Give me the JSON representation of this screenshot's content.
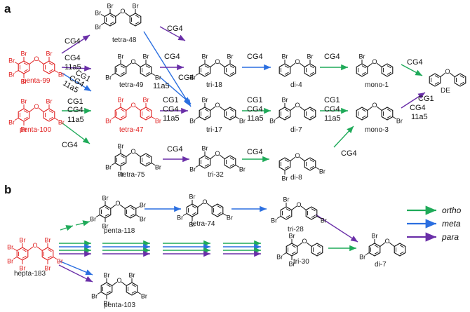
{
  "panels": {
    "a": "a",
    "b": "b"
  },
  "colors": {
    "ortho": "#1faa59",
    "meta": "#2b6fe0",
    "para": "#6a2fa8",
    "parent": "#e02020",
    "product": "#111111"
  },
  "legend": {
    "ortho": "ortho",
    "meta": "meta",
    "para": "para"
  },
  "atoms": {
    "br": "Br",
    "o": "O"
  },
  "compounds": {
    "penta99": "penta-99",
    "penta100": "penta-100",
    "tetra48": "tetra-48",
    "tetra49": "tetra-49",
    "tetra47": "tetra-47",
    "tetra75": "tetra-75",
    "tri18": "tri-18",
    "tri17": "tri-17",
    "tri32": "tri-32",
    "di4": "di-4",
    "di7": "di-7",
    "di8": "di-8",
    "mono1": "mono-1",
    "mono3": "mono-3",
    "de": "DE",
    "hepta183": "hepta-183",
    "penta118": "penta-118",
    "tetra74": "tetra-74",
    "tri28": "tri-28",
    "tri30": "tri-30",
    "di7b": "di-7",
    "penta103": "penta-103"
  },
  "conditions": {
    "c99_48": "CG4",
    "c99_49a": "CG4",
    "c99_49b": "11a5",
    "c99_17a": "CG1",
    "c99_17b": "CG4",
    "c99_17c": "11a5",
    "c100_47a": "CG1",
    "c100_47b": "CG4",
    "c100_47c": "11a5",
    "c100_75": "CG4",
    "c48_18": "CG4",
    "c49_18": "CG4",
    "c49_17a": "CG4",
    "c49_17b": "11a5",
    "c47_17a": "CG1",
    "c47_17b": "CG4",
    "c47_17c": "11a5",
    "c18_4": "CG4",
    "c4_1": "CG4",
    "c1_de": "CG4",
    "c17_7a": "CG1",
    "c17_7b": "CG4",
    "c17_7c": "11a5",
    "c7_3a": "CG1",
    "c7_3b": "CG4",
    "c7_3c": "11a5",
    "c3_dea": "CG1",
    "c3_deb": "CG4",
    "c3_dec": "11a5",
    "c75_32": "CG4",
    "c32_8": "CG4",
    "c8_3": "CG4"
  }
}
